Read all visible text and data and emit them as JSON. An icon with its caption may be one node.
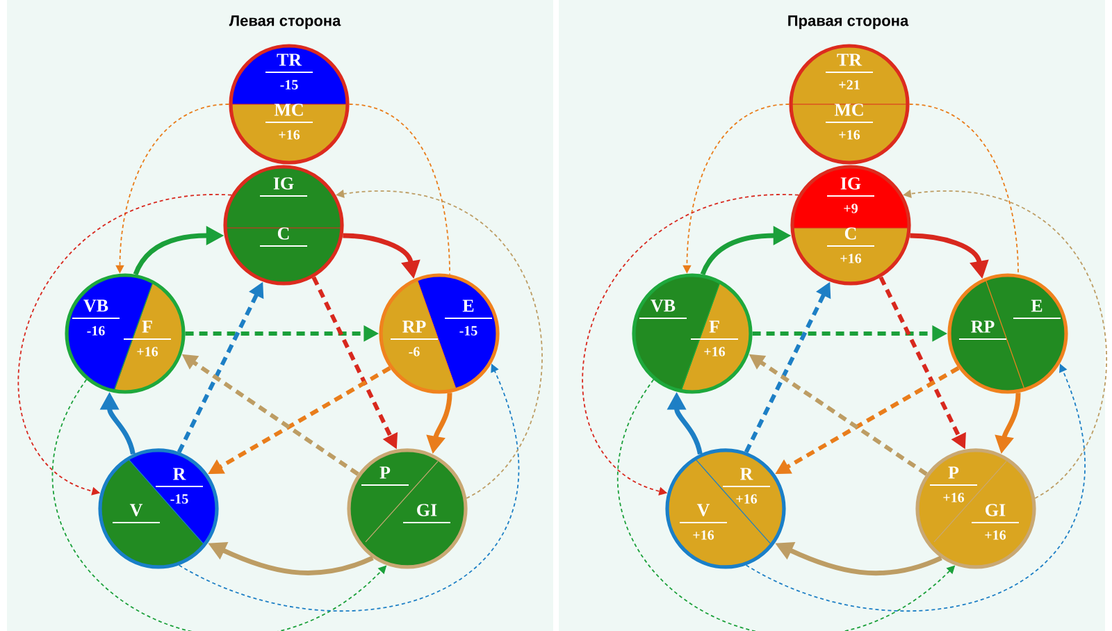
{
  "diagram": {
    "nodes": [
      {
        "text": [
          "TR",
          "-15",
          "MC",
          "+16"
        ]
      },
      {
        "text": [
          "IG",
          "C"
        ]
      },
      {
        "text": [
          "VB",
          "-16",
          "F",
          "+16"
        ]
      },
      {
        "text": [
          "RP",
          "-6",
          "E",
          "-15"
        ]
      },
      {
        "text": [
          "R",
          "-15",
          "V"
        ]
      },
      {
        "text": [
          "P",
          "GI"
        ]
      },
      {
        "text": [
          "TR",
          "+21",
          "MC",
          "+16"
        ]
      },
      {
        "text": [
          "IG",
          "+9",
          "C",
          "+16"
        ]
      },
      {
        "text": [
          "VB",
          "F",
          "+16"
        ]
      },
      {
        "text": [
          "RP",
          "E"
        ]
      },
      {
        "text": [
          "R",
          "+16",
          "V",
          "+16"
        ]
      },
      {
        "text": [
          "P",
          "+16",
          "GI",
          "+16"
        ]
      }
    ],
    "edges": [
      {
        "from": 2,
        "to": 1,
        "arrow": "to",
        "color": "#1ba03a"
      },
      {
        "from": 1,
        "to": 3,
        "arrow": "to",
        "color": "#d8281e"
      },
      {
        "from": 3,
        "to": 5,
        "arrow": "to",
        "color": "#e97d1b"
      },
      {
        "from": 5,
        "to": 4,
        "arrow": "to",
        "color": "#bd9d64"
      },
      {
        "from": 4,
        "to": 2,
        "arrow": "to",
        "color": "#1d7fc5"
      },
      {
        "from": 2,
        "to": 3,
        "arrow": "to",
        "style": "dashed",
        "color": "#1ba03a"
      },
      {
        "from": 1,
        "to": 5,
        "arrow": "to",
        "style": "dashed",
        "color": "#d8281e"
      },
      {
        "from": 4,
        "to": 1,
        "arrow": "to",
        "style": "dashed",
        "color": "#1d7fc5"
      },
      {
        "from": 3,
        "to": 4,
        "arrow": "to",
        "style": "dashed",
        "color": "#e97d1b"
      },
      {
        "from": 5,
        "to": 2,
        "arrow": "to",
        "style": "dashed",
        "color": "#bd9d64"
      },
      {
        "from": 0,
        "to": 2,
        "arrow": "to",
        "style": "dashed",
        "color": "#e97d1b"
      },
      {
        "from": 0,
        "to": 3,
        "arrow": "none",
        "style": "dashed",
        "color": "#e97d1b"
      },
      {
        "from": 1,
        "to": 4,
        "arrow": "to",
        "style": "dashed",
        "color": "#d8281e"
      },
      {
        "from": 2,
        "to": 5,
        "arrow": "to",
        "style": "dashed",
        "color": "#1ba03a"
      },
      {
        "from": 4,
        "to": 3,
        "arrow": "to",
        "style": "dashed",
        "color": "#1d7fc5"
      },
      {
        "from": 5,
        "to": 1,
        "arrow": "to",
        "style": "dashed",
        "color": "#bd9d64"
      },
      {
        "from": 8,
        "to": 7,
        "arrow": "to",
        "color": "#1ba03a"
      },
      {
        "from": 7,
        "to": 9,
        "arrow": "to",
        "color": "#d8281e"
      },
      {
        "from": 9,
        "to": 11,
        "arrow": "to",
        "color": "#e97d1b"
      },
      {
        "from": 11,
        "to": 10,
        "arrow": "to",
        "color": "#bd9d64"
      },
      {
        "from": 10,
        "to": 8,
        "arrow": "to",
        "color": "#1d7fc5"
      },
      {
        "from": 8,
        "to": 9,
        "arrow": "to",
        "style": "dashed",
        "color": "#1ba03a"
      },
      {
        "from": 7,
        "to": 11,
        "arrow": "to",
        "style": "dashed",
        "color": "#d8281e"
      },
      {
        "from": 10,
        "to": 7,
        "arrow": "to",
        "style": "dashed",
        "color": "#1d7fc5"
      },
      {
        "from": 9,
        "to": 10,
        "arrow": "to",
        "style": "dashed",
        "color": "#e97d1b"
      },
      {
        "from": 11,
        "to": 8,
        "arrow": "to",
        "style": "dashed",
        "color": "#bd9d64"
      },
      {
        "from": 6,
        "to": 8,
        "arrow": "to",
        "style": "dashed",
        "color": "#e97d1b"
      },
      {
        "from": 6,
        "to": 9,
        "arrow": "none",
        "style": "dashed",
        "color": "#e97d1b"
      },
      {
        "from": 7,
        "to": 10,
        "arrow": "to",
        "style": "dashed",
        "color": "#d8281e"
      },
      {
        "from": 8,
        "to": 11,
        "arrow": "to",
        "style": "dashed",
        "color": "#1ba03a"
      },
      {
        "from": 10,
        "to": 9,
        "arrow": "to",
        "style": "dashed",
        "color": "#1d7fc5"
      },
      {
        "from": 11,
        "to": 7,
        "arrow": "to",
        "style": "dashed",
        "color": "#bd9d64"
      }
    ],
    "labels": [
      "Левая сторона",
      "Правая сторона"
    ]
  }
}
